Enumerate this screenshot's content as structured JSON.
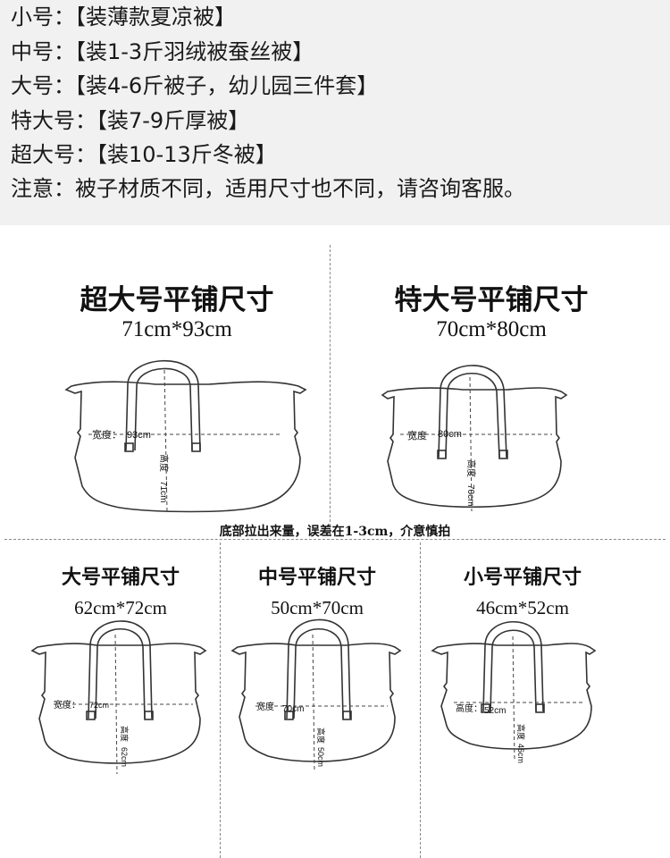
{
  "header": {
    "lines": [
      "小号：【装薄款夏凉被】",
      "中号：【装1-3斤羽绒被蚕丝被】",
      "大号：【装4-6斤被子，幼儿园三件套】",
      "特大号：【装7-9斤厚被】",
      "超大号：【装10-13斤冬被】",
      "注意：被子材质不同，适用尺寸也不同，请咨询客服。"
    ]
  },
  "note": "底部拉出来量，误差在1-3cm，介意慎拍",
  "panels": [
    {
      "id": "xxl",
      "title": "超大号平铺尺寸",
      "dims": "71cm*93cm",
      "width_label": "宽度：",
      "width_value": "93cm",
      "height_label": "高度",
      "height_value": "71cm"
    },
    {
      "id": "xl",
      "title": "特大号平铺尺寸",
      "dims": "70cm*80cm",
      "width_label": "宽度",
      "width_value": "80cm",
      "height_label": "高度",
      "height_value": "70cm"
    },
    {
      "id": "l",
      "title": "大号平铺尺寸",
      "dims": "62cm*72cm",
      "width_label": "宽度：",
      "width_value": "72cm",
      "height_label": "高度",
      "height_value": "62cm"
    },
    {
      "id": "m",
      "title": "中号平铺尺寸",
      "dims": "50cm*70cm",
      "width_label": "宽度",
      "width_value": "70cm",
      "height_label": "高度",
      "height_value": "50cm"
    },
    {
      "id": "s",
      "title": "小号平铺尺寸",
      "dims": "46cm*52cm",
      "width_label": "高度：",
      "width_value": "52cm",
      "height_label": "高度",
      "height_value": "46cm"
    }
  ]
}
